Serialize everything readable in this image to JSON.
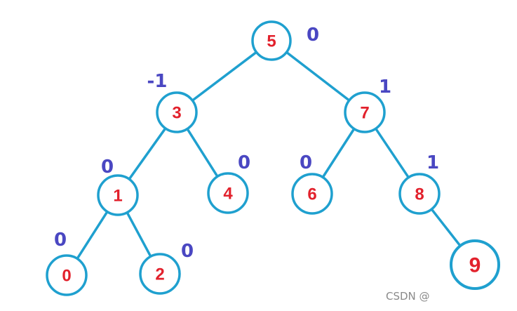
{
  "colors": {
    "edge": "#1fa0cf",
    "node_stroke": "#1fa0cf",
    "node_text": "#e2212c",
    "balance_text": "#4a47c2",
    "watermark": "#8a8a8a",
    "background": "#ffffff"
  },
  "tree": {
    "nodes": [
      {
        "id": "n5",
        "value": "5",
        "balance": "0"
      },
      {
        "id": "n3",
        "value": "3",
        "balance": "-1"
      },
      {
        "id": "n7",
        "value": "7",
        "balance": "1"
      },
      {
        "id": "n1",
        "value": "1",
        "balance": "0"
      },
      {
        "id": "n4",
        "value": "4",
        "balance": "0"
      },
      {
        "id": "n6",
        "value": "6",
        "balance": "0"
      },
      {
        "id": "n8",
        "value": "8",
        "balance": "1"
      },
      {
        "id": "n0",
        "value": "0",
        "balance": "0"
      },
      {
        "id": "n2",
        "value": "2",
        "balance": "0"
      },
      {
        "id": "n9",
        "value": "9",
        "balance": ""
      }
    ],
    "edges": [
      {
        "from": "n5",
        "to": "n3"
      },
      {
        "from": "n5",
        "to": "n7"
      },
      {
        "from": "n3",
        "to": "n1"
      },
      {
        "from": "n3",
        "to": "n4"
      },
      {
        "from": "n7",
        "to": "n6"
      },
      {
        "from": "n7",
        "to": "n8"
      },
      {
        "from": "n1",
        "to": "n0"
      },
      {
        "from": "n1",
        "to": "n2"
      },
      {
        "from": "n8",
        "to": "n9"
      }
    ]
  },
  "watermark": {
    "text": "CSDN @"
  }
}
